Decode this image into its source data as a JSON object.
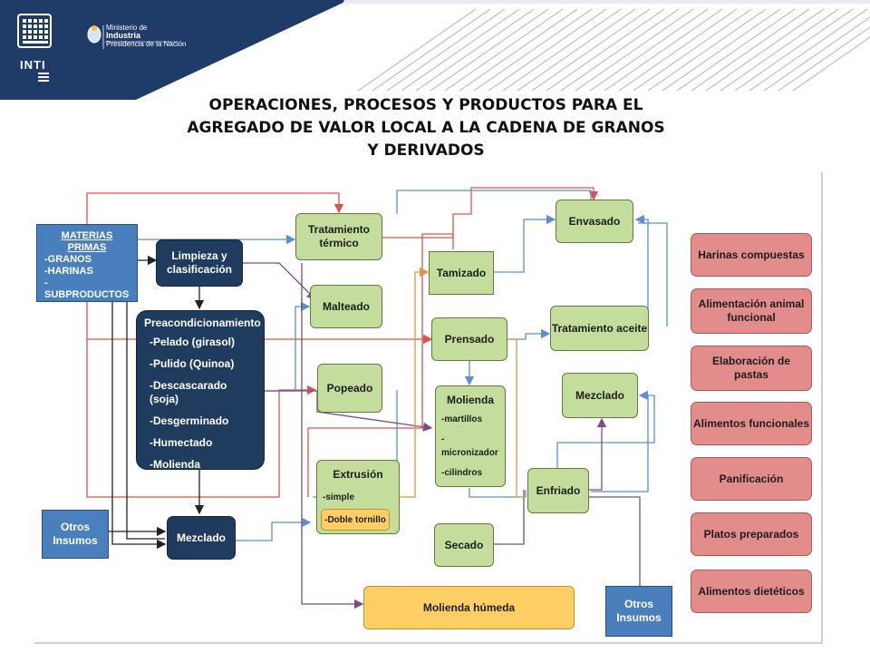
{
  "header": {
    "inti_label": "INTI",
    "ministry_line1": "Ministerio de",
    "ministry_line2": "Industria",
    "ministry_line3": "Presidencia de la Nación"
  },
  "title": {
    "line1": "OPERACIONES, PROCESOS Y PRODUCTOS PARA EL",
    "line2": "AGREGADO  DE VALOR LOCAL A LA CADENA DE GRANOS",
    "line3": "Y DERIVADOS"
  },
  "materias_primas": {
    "title_line1": "MATERIAS",
    "title_line2": "PRIMAS",
    "items": [
      "-GRANOS",
      "-HARINAS",
      "-SUBPRODUCTOS"
    ]
  },
  "limpieza": {
    "label_line1": "Limpieza y",
    "label_line2": "clasificación"
  },
  "preacondicionamiento": {
    "title": "Preacondicionamiento",
    "items": [
      "-Pelado (girasol)",
      "-Pulido (Quinoa)",
      "-Descascarado (soja)",
      "-Desgerminado",
      "-Humectado",
      "-Molienda"
    ]
  },
  "otros_insumos_left": {
    "line1": "Otros",
    "line2": "Insumos"
  },
  "mezclado_left": {
    "label": "Mezclado"
  },
  "tratamiento_termico": {
    "line1": "Tratamiento",
    "line2": "térmico"
  },
  "malteado": {
    "label": "Malteado"
  },
  "popeado": {
    "label": "Popeado"
  },
  "extrusion": {
    "title": "Extrusión",
    "simple": "-simple",
    "doble": "-Doble tornillo"
  },
  "tamizado": {
    "label": "Tamizado"
  },
  "prensado": {
    "label": "Prensado"
  },
  "molienda": {
    "title": "Molienda",
    "items": [
      "-martillos",
      "-micronizador",
      "-cilindros"
    ]
  },
  "secado": {
    "label": "Secado"
  },
  "molienda_humeda": {
    "label": "Molienda húmeda"
  },
  "envasado": {
    "label": "Envasado"
  },
  "tratamiento_aceite": {
    "label": "Tratamiento aceite"
  },
  "mezclado_right": {
    "label": "Mezclado"
  },
  "enfriado": {
    "label": "Enfriado"
  },
  "otros_insumos_right": {
    "line1": "Otros",
    "line2": "Insumos"
  },
  "products": [
    {
      "line1": "Harinas compuestas",
      "line2": ""
    },
    {
      "line1": "Alimentación animal",
      "line2": "funcional"
    },
    {
      "line1": "Elaboración de",
      "line2": "pastas"
    },
    {
      "line1": "Alimentos funcionales",
      "line2": ""
    },
    {
      "line1": "Panificación",
      "line2": ""
    },
    {
      "line1": "Platos preparados",
      "line2": ""
    },
    {
      "line1": "Alimentos dietéticos",
      "line2": ""
    }
  ],
  "colors": {
    "header_navy": "#1f3b68",
    "process_green": "#c5dd9c",
    "preprocess_navy": "#1f3b5e",
    "input_blue": "#4a7fbd",
    "product_red": "#e38c8c",
    "highlight_orange": "#ffcf66",
    "line_red": "#d9534f",
    "line_blue": "#5b8fcf",
    "line_purple": "#7a4e82",
    "line_orange": "#e8913a",
    "line_dark": "#222222"
  }
}
